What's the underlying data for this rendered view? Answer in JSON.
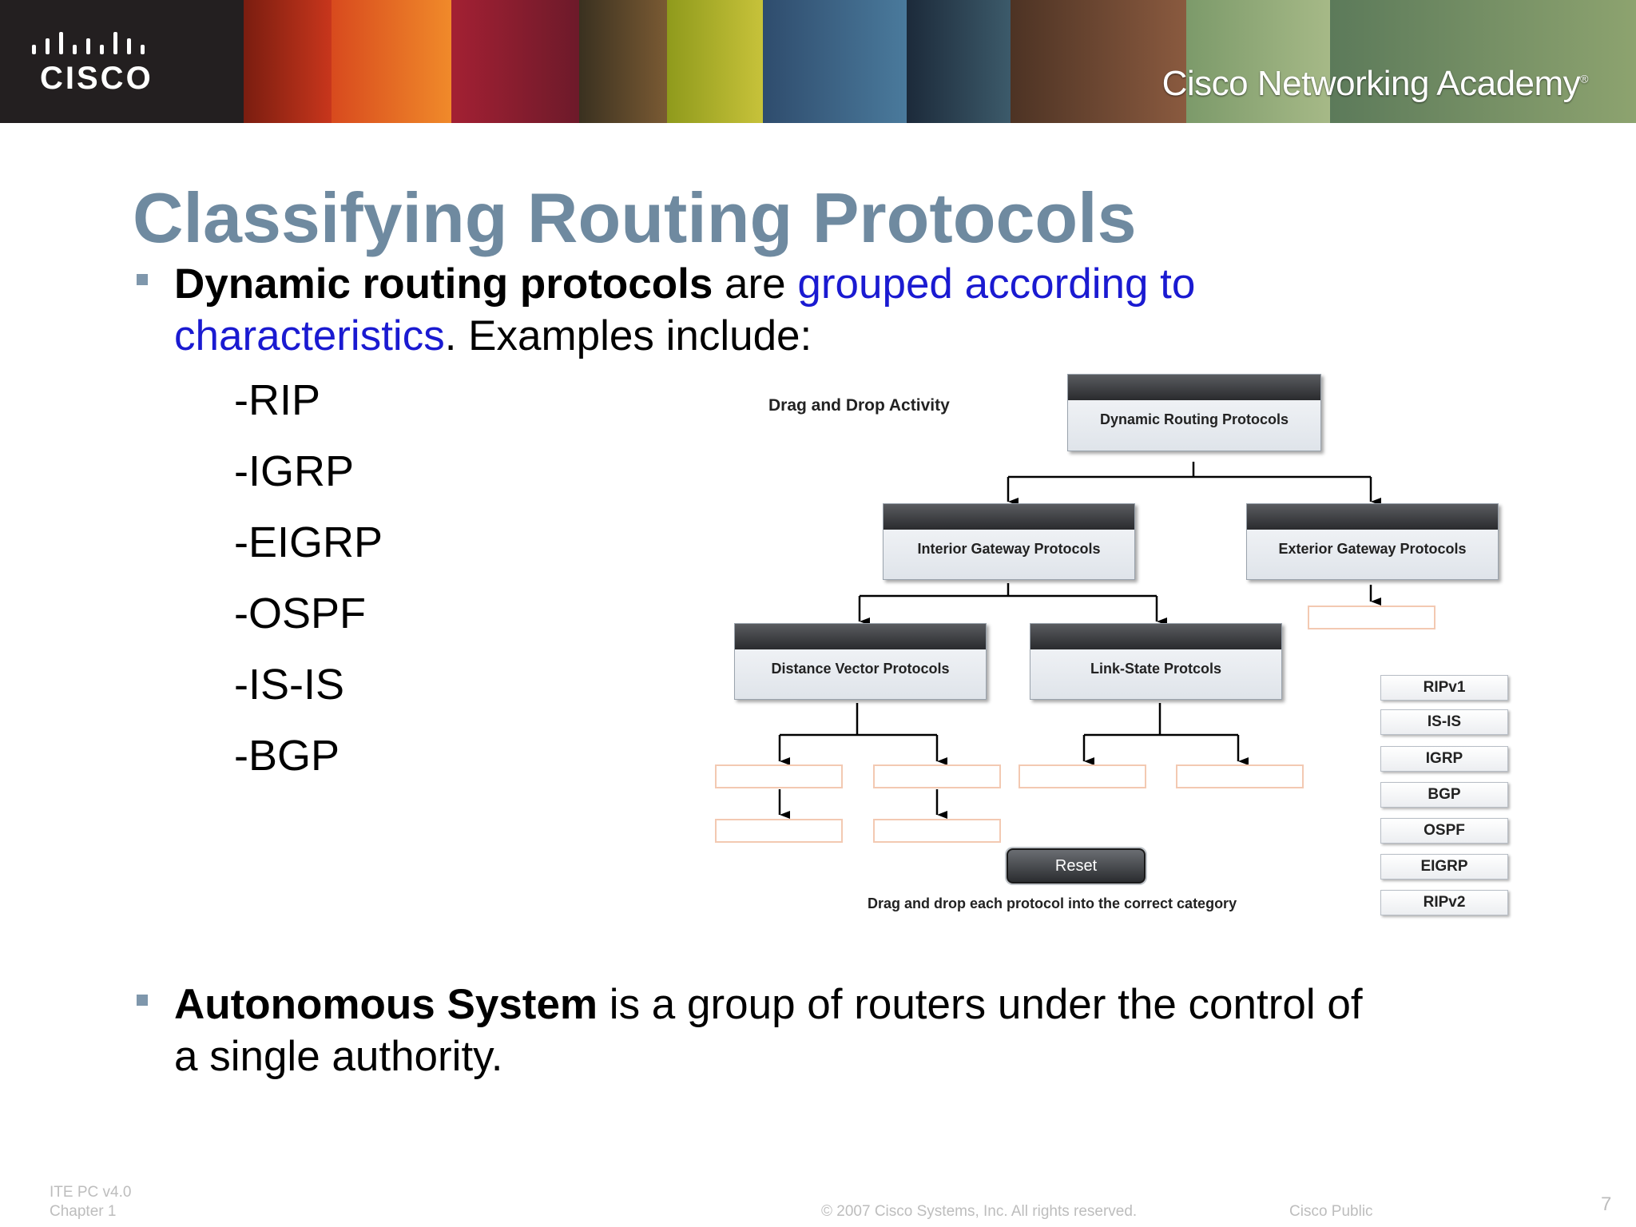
{
  "header": {
    "brand": "CISCO",
    "academy": "Cisco Networking Academy",
    "academy_mark": "®"
  },
  "slide": {
    "title": "Classifying Routing Protocols",
    "bullet1": {
      "bold": "Dynamic routing protocols",
      "text1": " are ",
      "highlight1": "grouped according to",
      "highlight2": "characteristics",
      "text2": ".  Examples include:"
    },
    "protocols": [
      "-RIP",
      "-IGRP",
      "-EIGRP",
      "-OSPF",
      "-IS-IS",
      "-BGP"
    ],
    "bullet2": {
      "bold": "Autonomous System",
      "text1": " is a group of routers under the control of",
      "text2": "a single authority."
    }
  },
  "activity": {
    "label": "Drag and Drop Activity",
    "root": "Dynamic Routing Protocols",
    "interior": "Interior Gateway Protocols",
    "exterior": "Exterior Gateway Protocols",
    "distance_vector": "Distance Vector Protocols",
    "link_state": "Link-State Protcols",
    "chips": [
      "RIPv1",
      "IS-IS",
      "IGRP",
      "BGP",
      "OSPF",
      "EIGRP",
      "RIPv2"
    ],
    "reset": "Reset",
    "instruction": "Drag and drop each protocol into the correct category"
  },
  "footer": {
    "course": "ITE PC v4.0",
    "chapter": "Chapter 1",
    "copyright": "© 2007 Cisco Systems, Inc. All rights reserved.",
    "classification": "Cisco Public",
    "page": "7"
  },
  "colors": {
    "title": "#6f8aa0",
    "highlight": "#1a1ad1",
    "slot_border": "#f3c9b2"
  }
}
